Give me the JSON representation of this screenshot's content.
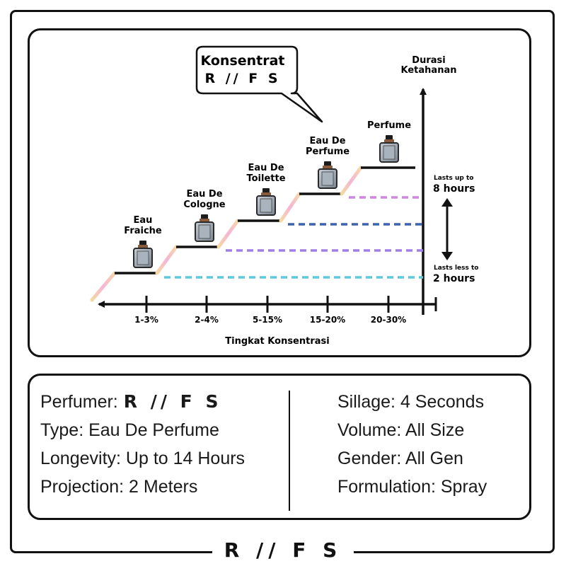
{
  "callout": {
    "title": "Konsentrat",
    "brand": "R // F S"
  },
  "y_axis_label": {
    "line1": "Durasi",
    "line2": "Ketahanan"
  },
  "x_axis_label": "Tingkat Konsentrasi",
  "duration_top": {
    "small": "Lasts up to",
    "big": "8 hours"
  },
  "duration_bottom": {
    "small": "Lasts less to",
    "big": "2 hours"
  },
  "levels": [
    {
      "name_lines": [
        "Eau",
        "Fraiche"
      ],
      "range": "1-3%"
    },
    {
      "name_lines": [
        "Eau De",
        "Cologne"
      ],
      "range": "2-4%"
    },
    {
      "name_lines": [
        "Eau De",
        "Toilette"
      ],
      "range": "5-15%"
    },
    {
      "name_lines": [
        "Eau De",
        "Perfume"
      ],
      "range": "15-20%"
    },
    {
      "name_lines": [
        "Perfume"
      ],
      "range": "20-30%"
    }
  ],
  "dash_colors": [
    "#5ec8dc",
    "#a07ee8",
    "#3d63b0",
    "#cf86e0"
  ],
  "info": {
    "perfumer_label": "Perfumer:",
    "perfumer_brand": "R // F S",
    "type": "Type: Eau De Perfume",
    "longevity": "Longevity: Up to 14 Hours",
    "projection": "Projection: 2 Meters",
    "sillage": "Sillage: 4 Seconds",
    "volume": "Volume: All Size",
    "gender": "Gender: All Gen",
    "formulation": "Formulation: Spray"
  },
  "footer_brand": "R // F S"
}
